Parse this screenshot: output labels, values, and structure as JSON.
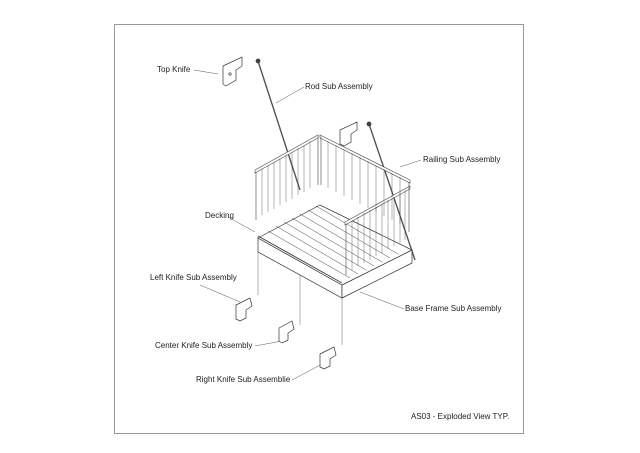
{
  "labels": {
    "top_knife": "Top Knife",
    "rod": "Rod Sub Assembly",
    "railing": "Railing Sub Assembly",
    "decking": "Decking",
    "left_knife": "Left Knife Sub Assembly",
    "base_frame": "Base Frame Sub Assembly",
    "center_knife": "Center Knife Sub Assembly",
    "right_knife": "Right Knife Sub Assemblie"
  },
  "caption": "AS03 - Exploded View TYP."
}
